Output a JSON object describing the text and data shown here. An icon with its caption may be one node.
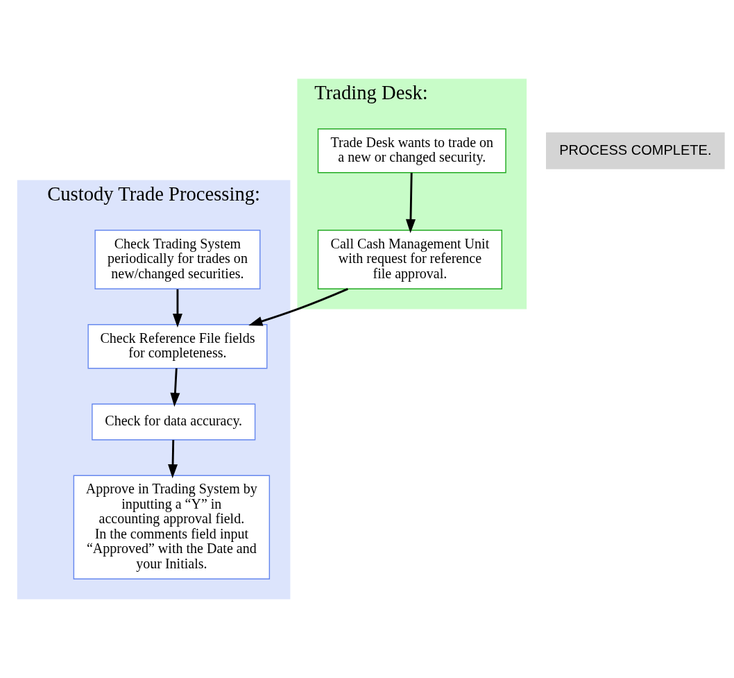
{
  "diagram": {
    "nodes": [
      {
        "text": [
          "Custody Trade Processing:"
        ]
      },
      {
        "text": [
          "Trading Desk:"
        ]
      },
      {
        "text": [
          "Trade Desk wants to trade on a new or changed security."
        ],
        "in": 1
      },
      {
        "text": [
          "Call Cash Management Unit with request for reference file approval."
        ],
        "in": 1
      },
      {
        "text": [
          "Check Trading System periodically for trades on new/changed securities."
        ],
        "in": 0
      },
      {
        "text": [
          "Check Reference File fields for completeness."
        ],
        "in": 0
      },
      {
        "text": [
          "Check for data accuracy."
        ],
        "in": 0
      },
      {
        "text": [
          "Approve in Trading System by inputting a “Y” in accounting approval field.  In the comments field input “Approved” with the Date and your Initials."
        ],
        "in": 0
      },
      {
        "text": [
          "PROCESS COMPLETE."
        ]
      }
    ],
    "edges": [
      {
        "from": 2,
        "to": 3,
        "arrow": "to"
      },
      {
        "from": 3,
        "to": 5,
        "arrow": "to"
      },
      {
        "from": 4,
        "to": 5,
        "arrow": "to"
      },
      {
        "from": 5,
        "to": 6,
        "arrow": "to"
      },
      {
        "from": 6,
        "to": 7,
        "arrow": "to"
      }
    ]
  }
}
